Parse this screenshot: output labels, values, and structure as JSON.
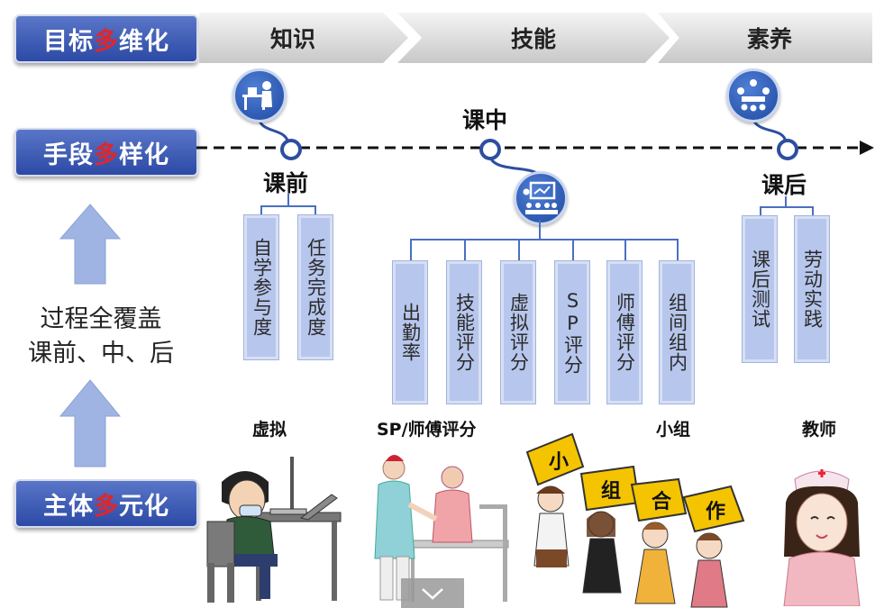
{
  "left_labels": {
    "target": {
      "pre": "目标",
      "em": "多",
      "post": "维化"
    },
    "means": {
      "pre": "手段",
      "em": "多",
      "post": "样化"
    },
    "subject": {
      "pre": "主体",
      "em": "多",
      "post": "元化"
    }
  },
  "chevrons": [
    "知识",
    "技能",
    "素养"
  ],
  "timeline": {
    "pre": "课前",
    "mid": "课中",
    "post": "课后"
  },
  "process_text": {
    "line1": "过程全覆盖",
    "line2": "课前、中、后"
  },
  "pre_items": [
    "自学参与度",
    "任务完成度"
  ],
  "mid_items": [
    "出勤率",
    "技能评分",
    "虚拟评分",
    "SP评分",
    "师傅评分",
    "组间组内"
  ],
  "post_items": [
    "课后测试",
    "劳动实践"
  ],
  "captions": {
    "virtual": "虚拟",
    "sp": "SP/师傅评分",
    "group": "小组",
    "teacher": "教师"
  },
  "group_signs": [
    "小",
    "组",
    "合",
    "作"
  ],
  "colors": {
    "label_blue": "#2c4aa6",
    "emphasis_red": "#e0262b",
    "node_blue": "#2d4fa0",
    "item_box": "#b7c6ec"
  },
  "icons": [
    "lecture-icon",
    "classroom-icon",
    "meeting-icon",
    "chevron-down-icon"
  ]
}
